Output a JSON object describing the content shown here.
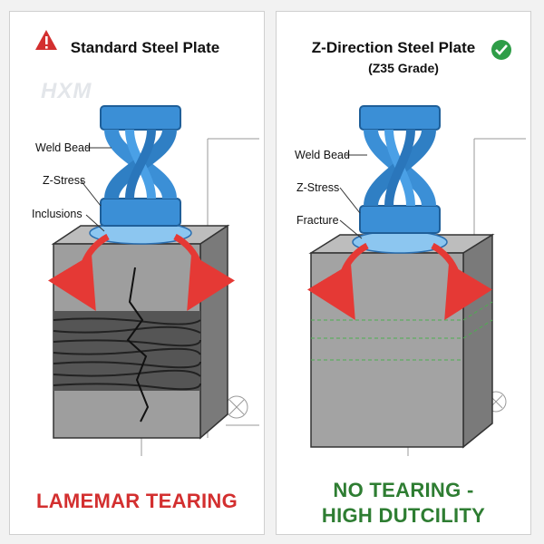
{
  "left_panel": {
    "title": "Standard Steel Plate",
    "status_icon": "warning-icon",
    "status_color": "#d32f2f",
    "watermark": "HXM",
    "callouts": [
      "Weld Bead",
      "Z-Stress",
      "Inclusions"
    ],
    "verdict": "LAMEMAR TEARING",
    "verdict_color": "#d32f2f"
  },
  "right_panel": {
    "title": "Z-Direction Steel Plate",
    "subtitle": "(Z35 Grade)",
    "status_icon": "check-circle-icon",
    "status_color": "#2e9d47",
    "callouts": [
      "Weld Bead",
      "Z-Stress",
      "Fracture"
    ],
    "verdict_line1": "NO TEARING -",
    "verdict_line2": "HIGH DUTCILITY",
    "verdict_color": "#2e7d32"
  },
  "colors": {
    "weld_blue": "#3b8fd6",
    "stress_arrow_red": "#e53935",
    "steel_gray": "#9e9e9e",
    "guide_green": "#4caf50"
  }
}
